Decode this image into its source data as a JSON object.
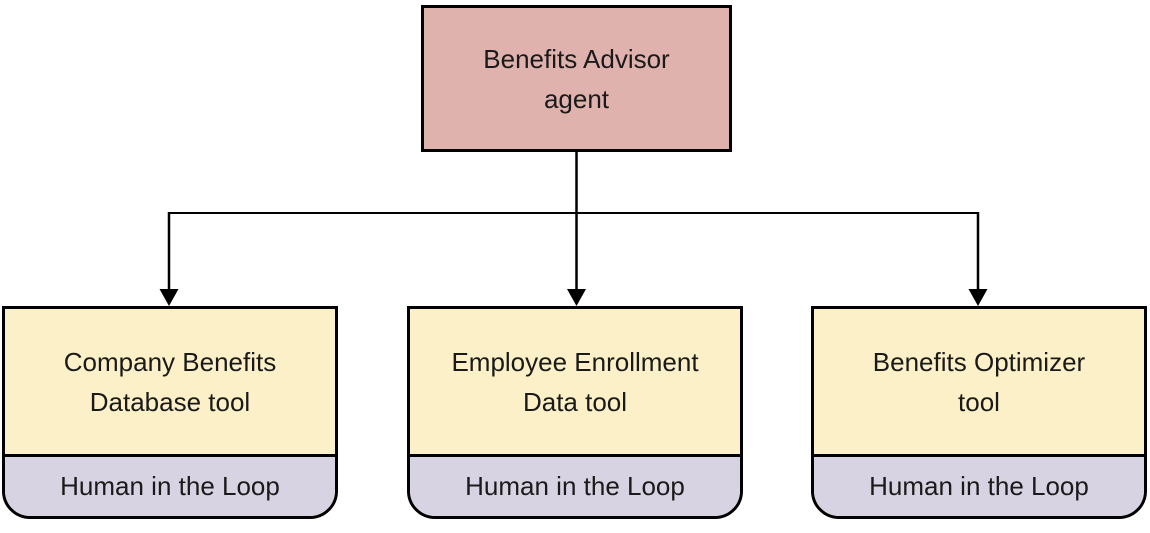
{
  "diagram": {
    "agent": {
      "label": "Benefits Advisor\nagent"
    },
    "tools": [
      {
        "label": "Company Benefits\nDatabase tool",
        "footer": "Human in the Loop"
      },
      {
        "label": "Employee Enrollment\nData tool",
        "footer": "Human in the Loop"
      },
      {
        "label": "Benefits Optimizer\ntool",
        "footer": "Human in the Loop"
      }
    ],
    "colors": {
      "agent_fill": "#dfb2ae",
      "tool_fill": "#fbf0c8",
      "footer_fill": "#d8d3e2",
      "border": "#000000",
      "background": "#ffffff"
    }
  }
}
